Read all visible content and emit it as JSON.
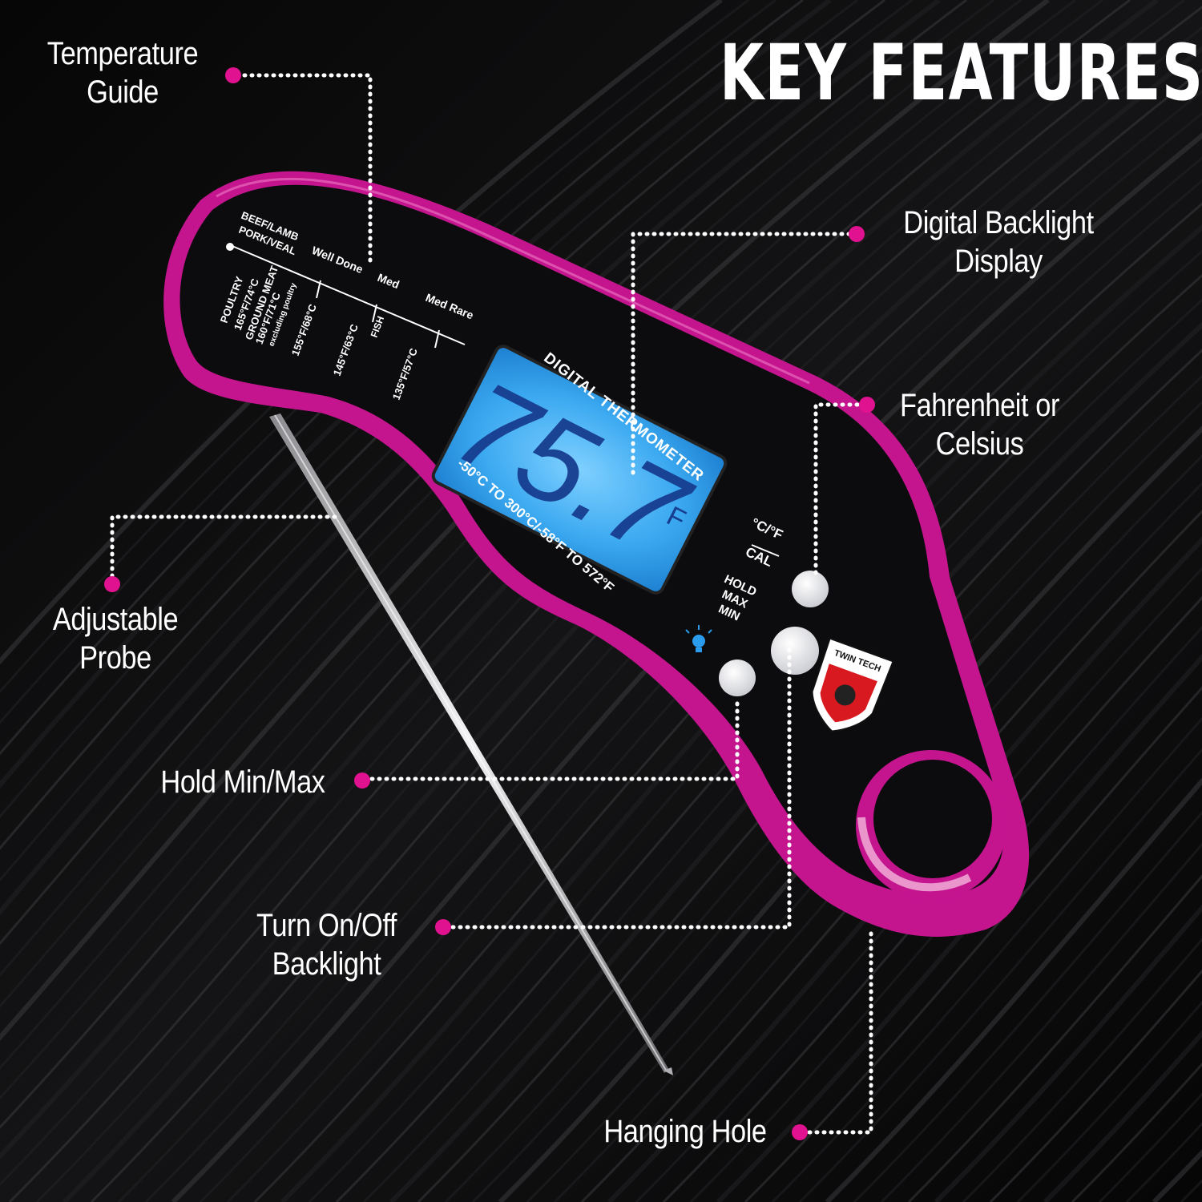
{
  "heading": "KEY FEATURES",
  "colors": {
    "accent": "#e0128f",
    "body_magenta": "#c4158f",
    "face": "#0c0c0e",
    "lcd": "#2b9cec",
    "button": "#dcdde2",
    "background": "#0b0b0c"
  },
  "callouts": {
    "temperature_guide": [
      "Temperature",
      "Guide"
    ],
    "digital_backlight_display": [
      "Digital Backlight",
      "Display"
    ],
    "fahrenheit_celsius": [
      "Fahrenheit or",
      "Celsius"
    ],
    "adjustable_probe": [
      "Adjustable",
      "Probe"
    ],
    "hold_min_max": "Hold Min/Max",
    "backlight_toggle": [
      "Turn On/Off",
      "Backlight"
    ],
    "hanging_hole": "Hanging Hole"
  },
  "device": {
    "reading": "75.7",
    "unit": "F",
    "model_text": "DIGITAL THERMOMETER",
    "range_text": "-50°C TO 300°C/-58°F TO 572°F",
    "button_labels": {
      "unit": "°C/°F",
      "cal": "CAL",
      "hold": "HOLD",
      "max": "MAX",
      "min": "MIN"
    },
    "brand": "TWIN TECH",
    "guide": {
      "poultry_label": "POULTRY",
      "poultry_temp": "165°F/74°C",
      "ground_label": "GROUND MEAT",
      "ground_temp": "160°F/71°C",
      "ground_note": "excluding poultry",
      "meat_label_1": "BEEF/LAMB",
      "meat_label_2": "PORK/VEAL",
      "well_done": "Well Done",
      "med": "Med",
      "med_rare": "Med Rare",
      "temp_well_done": "155°F/68°C",
      "temp_med": "145°F/63°C",
      "fish": "FISH",
      "temp_med_rare": "135°F/57°C"
    }
  }
}
